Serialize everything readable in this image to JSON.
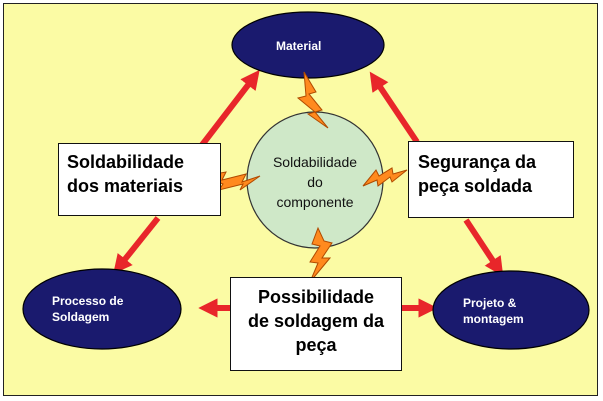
{
  "nodes": {
    "material": "Material",
    "processo": [
      "Processo de",
      "Soldagem"
    ],
    "projeto": [
      "Projeto &",
      "montagem"
    ],
    "center": [
      "Soldabilidade",
      "do",
      "componente"
    ]
  },
  "boxes": {
    "left": [
      "Soldabilidade",
      "dos materiais"
    ],
    "right": [
      "Segurança da",
      "peça soldada"
    ],
    "bottom": [
      "Possibilidade",
      "de soldagem da",
      "peça"
    ]
  },
  "colors": {
    "background": "#fbfba4",
    "ellipse_fill": "#1a1a6e",
    "center_fill": "#cfe8c8",
    "arrow": "#e8262a",
    "lightning": "#ff8a1e"
  }
}
